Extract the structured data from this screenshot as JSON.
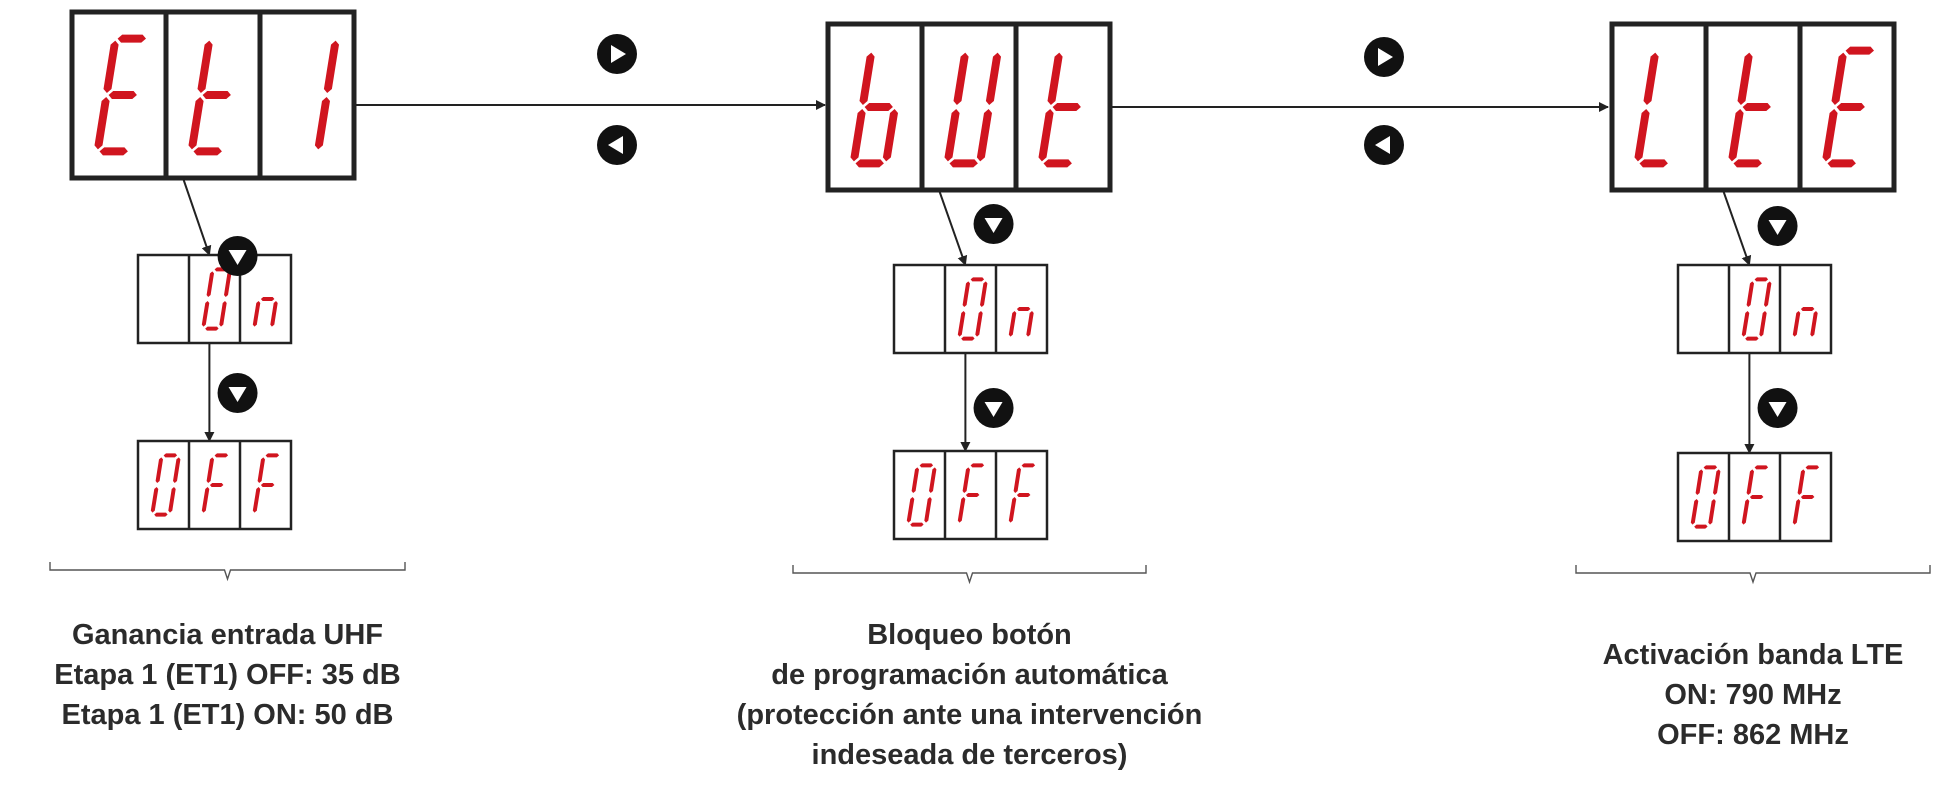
{
  "columns": [
    {
      "id": "et1",
      "menu_display": "Et1",
      "digits": [
        "E",
        "t",
        "1"
      ],
      "option_on": [
        "",
        "0",
        "n"
      ],
      "option_off": [
        "0",
        "F",
        "F"
      ],
      "caption": [
        "Ganancia entrada UHF",
        "Etapa 1 (ET1) OFF: 35 dB",
        "Etapa 1 (ET1) ON: 50 dB"
      ]
    },
    {
      "id": "but",
      "menu_display": "bUt",
      "digits": [
        "b",
        "U",
        "t"
      ],
      "option_on": [
        "",
        "0",
        "n"
      ],
      "option_off": [
        "0",
        "F",
        "F"
      ],
      "caption": [
        "Bloqueo botón",
        "de programación automática",
        "(protección ante una intervención",
        "indeseada de terceros)"
      ]
    },
    {
      "id": "lte",
      "menu_display": "LtE",
      "digits": [
        "L",
        "t",
        "E"
      ],
      "option_on": [
        "",
        "0",
        "n"
      ],
      "option_off": [
        "0",
        "F",
        "F"
      ],
      "caption": [
        "Activación banda LTE",
        "ON: 790 MHz",
        "OFF: 862 MHz"
      ]
    }
  ],
  "navigation": {
    "next_icon": "triangle-right-icon",
    "prev_icon": "triangle-left-icon",
    "down_icon": "triangle-down-icon"
  },
  "colors": {
    "segment": "#d0151f",
    "frame": "#222222",
    "text": "#2b2b2b"
  }
}
